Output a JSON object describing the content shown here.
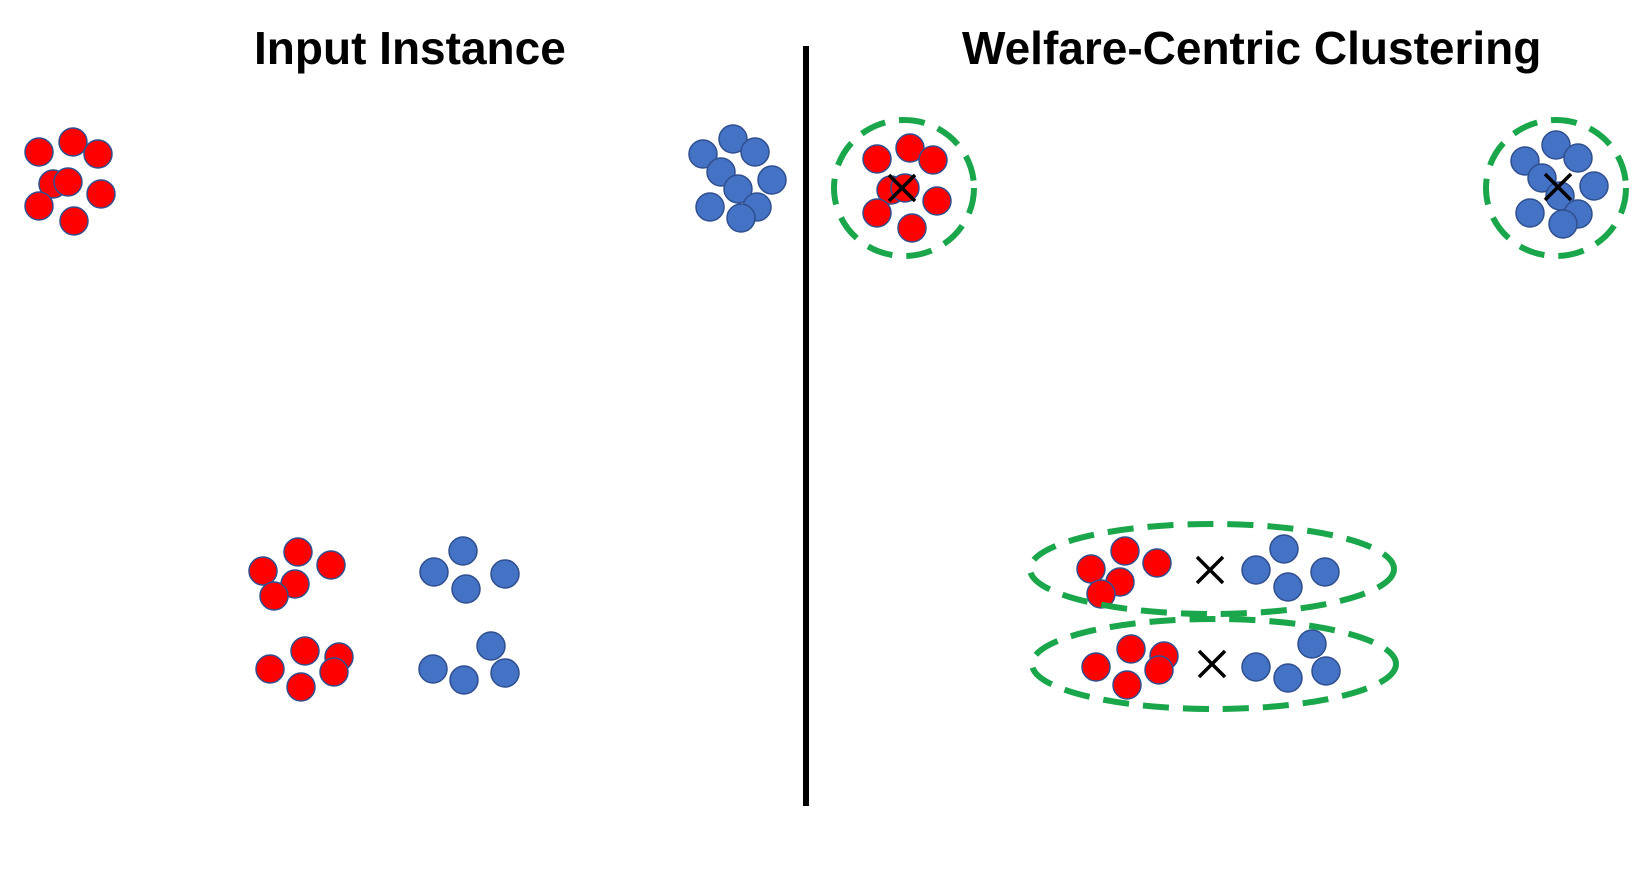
{
  "titles": {
    "left": "Input Instance",
    "right": "Welfare-Centric Clustering"
  },
  "colors": {
    "group_a": "#ff0000",
    "group_b": "#4472c4",
    "point_outline": "#2f4f8f",
    "cluster_outline": "#1aa64a",
    "center_marker": "#000000",
    "divider": "#000000"
  },
  "legend": {
    "point_groups": [
      "red",
      "blue"
    ],
    "center_marker_icon": "x-mark-icon",
    "cluster_outline_style": "dashed"
  },
  "left_panel": {
    "groups": [
      {
        "name": "red-cluster-top-left",
        "color": "red",
        "points": 8
      },
      {
        "name": "blue-cluster-top-right",
        "color": "blue",
        "points": 9
      },
      {
        "name": "red-cluster-bottom-upper",
        "color": "red",
        "points": 5
      },
      {
        "name": "blue-cluster-bottom-upper",
        "color": "blue",
        "points": 4
      },
      {
        "name": "red-cluster-bottom-lower",
        "color": "red",
        "points": 5
      },
      {
        "name": "blue-cluster-bottom-lower",
        "color": "blue",
        "points": 4
      }
    ]
  },
  "right_panel": {
    "clusters": [
      {
        "name": "cluster-red-top",
        "members": [
          "red"
        ],
        "center": true
      },
      {
        "name": "cluster-blue-top",
        "members": [
          "blue"
        ],
        "center": true
      },
      {
        "name": "cluster-mixed-upper",
        "members": [
          "red",
          "blue"
        ],
        "center": true
      },
      {
        "name": "cluster-mixed-lower",
        "members": [
          "red",
          "blue"
        ],
        "center": true
      }
    ]
  }
}
